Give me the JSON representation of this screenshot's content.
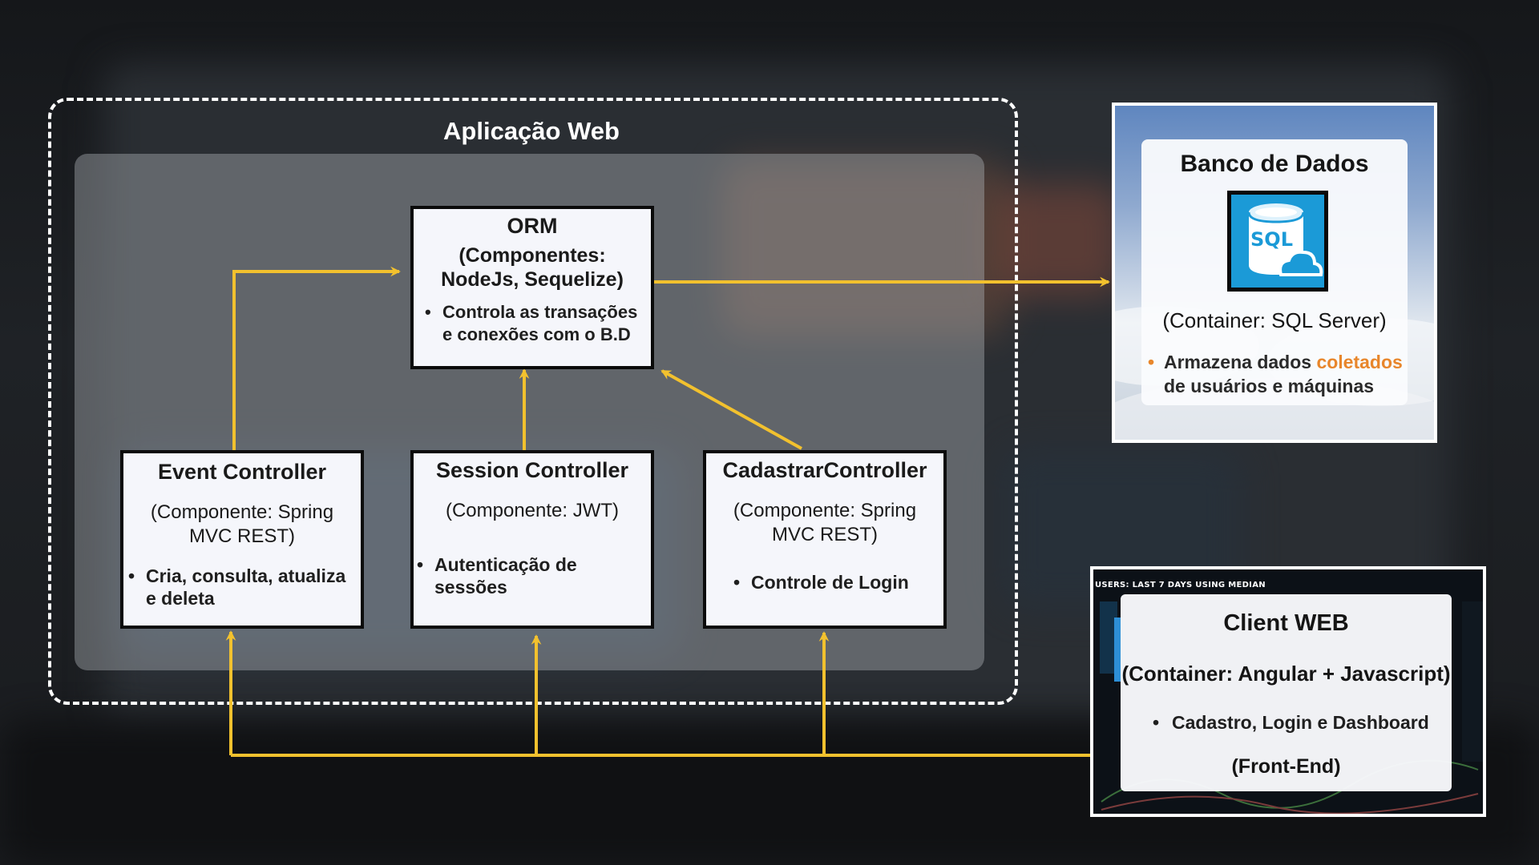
{
  "diagram": {
    "group_title": "Aplicação Web",
    "orm": {
      "title": "ORM",
      "sub": "(Componentes: NodeJs, Sequelize)",
      "bullet": "Controla as transações e conexões com o B.D"
    },
    "event_controller": {
      "title": "Event Controller",
      "sub": "(Componente: Spring MVC REST)",
      "bullet": "Cria, consulta, atualiza e deleta"
    },
    "session_controller": {
      "title": "Session Controller",
      "sub": "(Componente: JWT)",
      "bullet": "Autenticação de sessões"
    },
    "cadastrar_controller": {
      "title": "CadastrarController",
      "sub": "(Componente: Spring MVC REST)",
      "bullet": "Controle de Login"
    },
    "database": {
      "title": "Banco de Dados",
      "icon": "sql-database-cloud-icon",
      "icon_text": "SQL",
      "sub": "(Container: SQL Server)",
      "bullet_prefix": "Armazena dados ",
      "bullet_highlight": "coletados",
      "bullet_suffix": "de usuários e máquinas",
      "highlight_color": "#e8862b"
    },
    "client_web": {
      "screenshot_header": "USERS: LAST 7 DAYS USING MEDIAN",
      "title": "Client WEB",
      "sub": "(Container: Angular + Javascript)",
      "bullet": "Cadastro, Login e Dashboard",
      "footer": "(Front-End)"
    },
    "arrow_color": "#f2c12e"
  }
}
